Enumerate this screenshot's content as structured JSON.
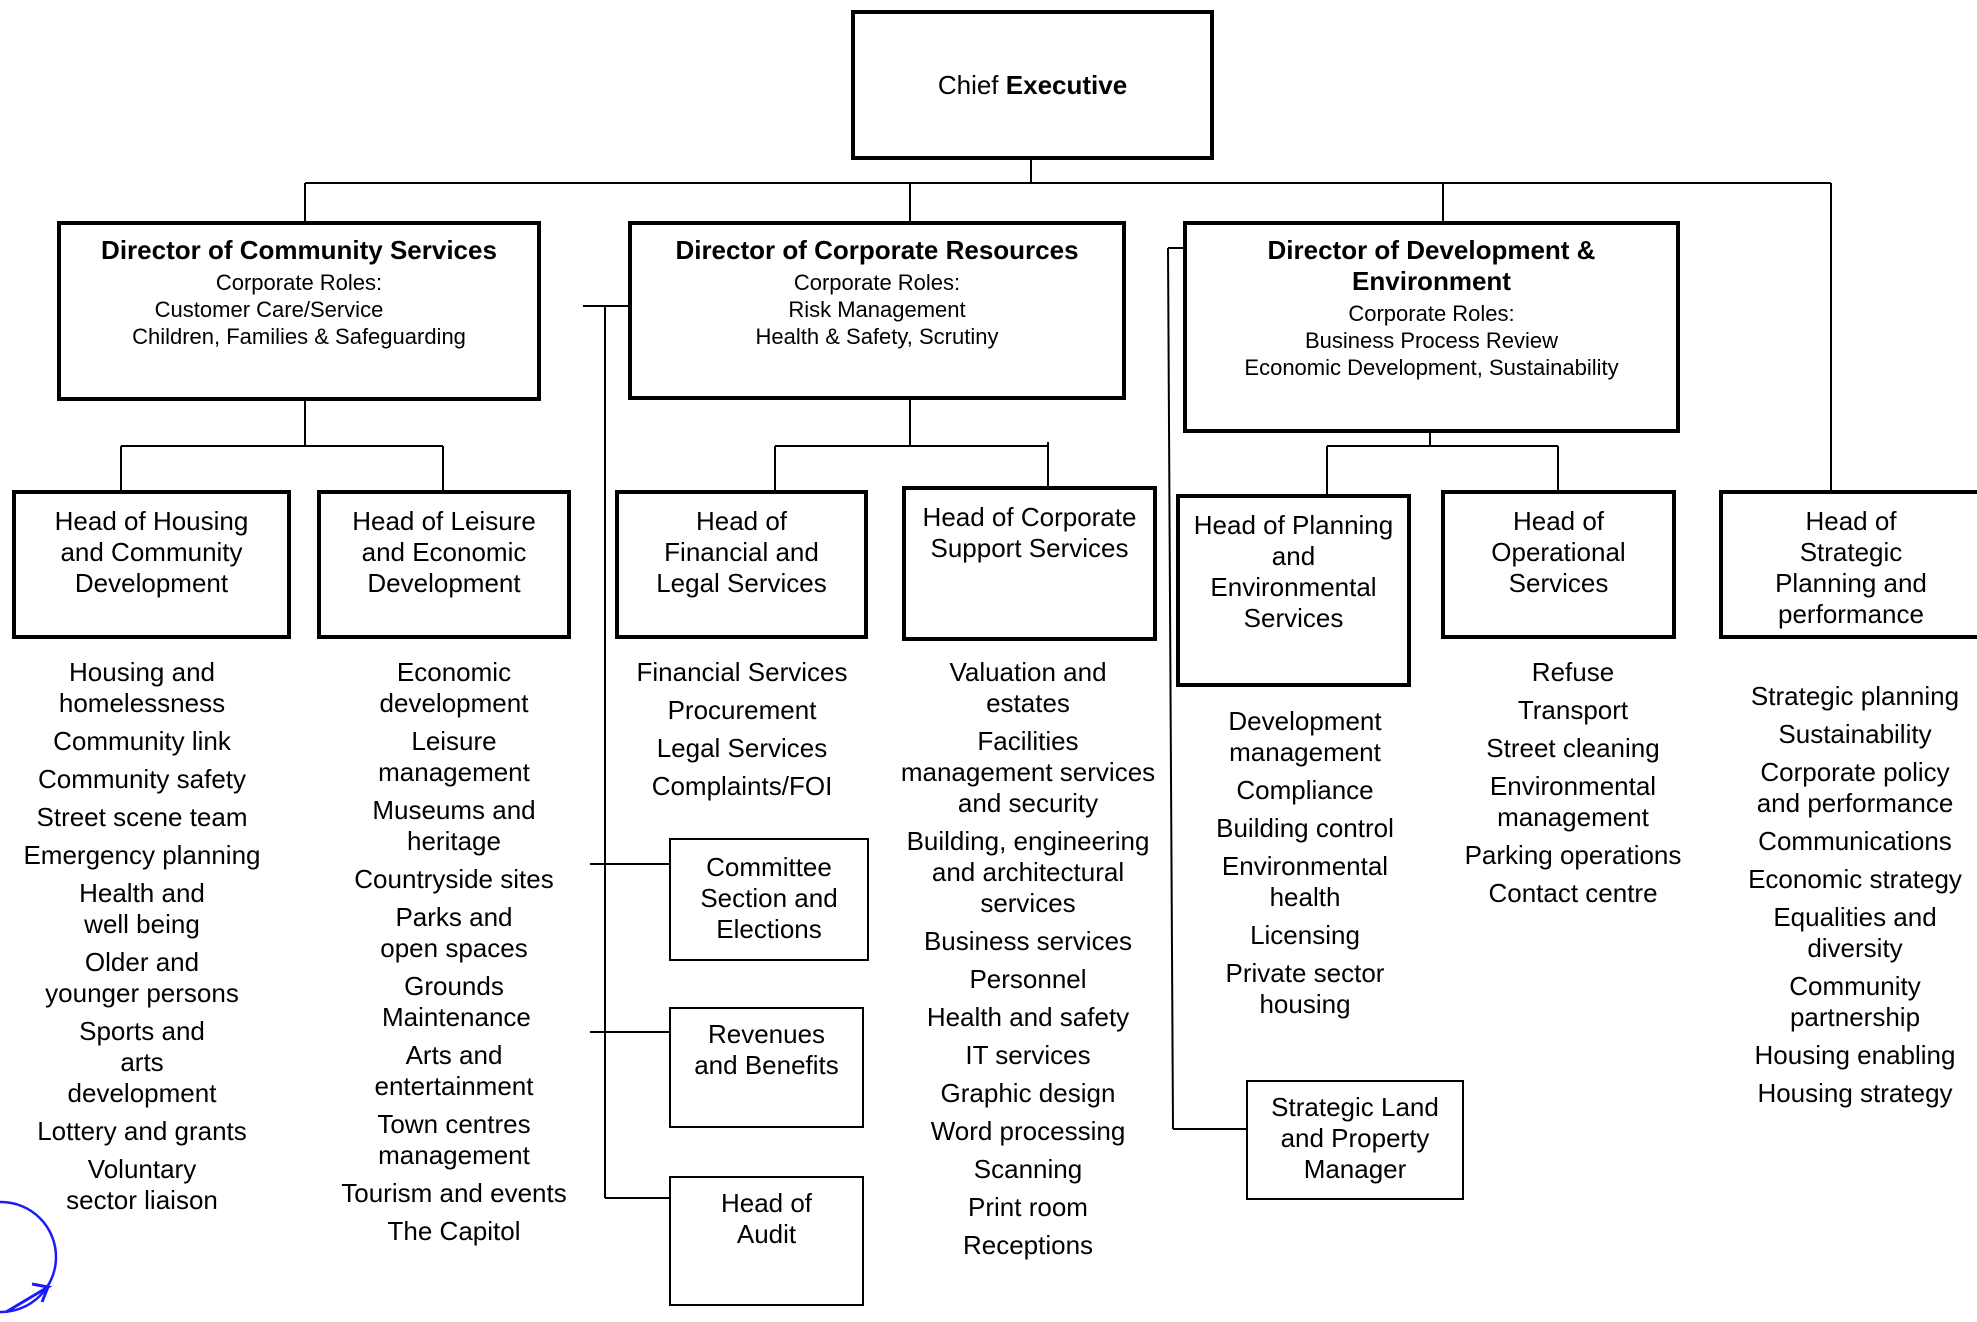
{
  "chief": {
    "title_plain": "Chief",
    "title_bold": "Executive"
  },
  "directors": {
    "community": {
      "title": "Director of Community Services",
      "roles": [
        "Corporate Roles:",
        "Customer Care/Service",
        "Children, Families & Safeguarding"
      ]
    },
    "corporate": {
      "title": "Director of Corporate Resources",
      "roles": [
        "Corporate Roles:",
        "Risk Management",
        "Health & Safety, Scrutiny"
      ]
    },
    "development": {
      "title": "Director of Development & Environment",
      "roles": [
        "Corporate Roles:",
        "Business Process Review",
        "Economic Development, Sustainability"
      ]
    }
  },
  "heads": {
    "housing": "Head of Housing and Community Development",
    "leisure": "Head of Leisure and Economic Development",
    "financial": "Head of Financial and Legal Services",
    "corporate_support": "Head of Corporate Support Services",
    "planning": "Head of Planning and Environmental Services",
    "operational": "Head of Operational Services",
    "strategic": "Head of Strategic Planning and performance"
  },
  "units": {
    "committee": "Committee Section and Elections",
    "revenues": "Revenues and Benefits",
    "audit": "Head of Audit",
    "land": "Strategic Land and Property Manager"
  },
  "services": {
    "housing": [
      "Housing and homelessness",
      "Community link",
      "Community safety",
      "Street scene team",
      "Emergency planning",
      "Health and well being",
      "Older and younger persons",
      "Sports and arts development",
      "Lottery and grants",
      "Voluntary sector liaison"
    ],
    "leisure": [
      "Economic development",
      "Leisure management",
      "Museums and heritage",
      "Countryside sites",
      "Parks and open spaces",
      "Grounds Maintenance",
      "Arts and entertainment",
      "Town centres management",
      "Tourism and events",
      "The Capitol"
    ],
    "financial": [
      "Financial Services",
      "Procurement",
      "Legal Services",
      "Complaints/FOI"
    ],
    "corporate_support": [
      "Valuation and estates",
      "Facilities management services and security",
      "Building, engineering and architectural services",
      "Business services",
      "Personnel",
      "Health and safety",
      "IT services",
      "Graphic design",
      "Word processing",
      "Scanning",
      "Print room",
      "Receptions"
    ],
    "planning": [
      "Development management",
      "Compliance",
      "Building control",
      "Environmental health",
      "Licensing",
      "Private sector housing"
    ],
    "operational": [
      "Refuse",
      "Transport",
      "Street cleaning",
      "Environmental management",
      "Parking operations",
      "Contact centre"
    ],
    "strategic": [
      "Strategic planning",
      "Sustainability",
      "Corporate policy and performance",
      "Communications",
      "Economic strategy",
      "Equalities and diversity",
      "Community partnership",
      "Housing enabling",
      "Housing strategy"
    ]
  },
  "colors": {
    "line": "#000000",
    "logo": "#1a1aff"
  }
}
